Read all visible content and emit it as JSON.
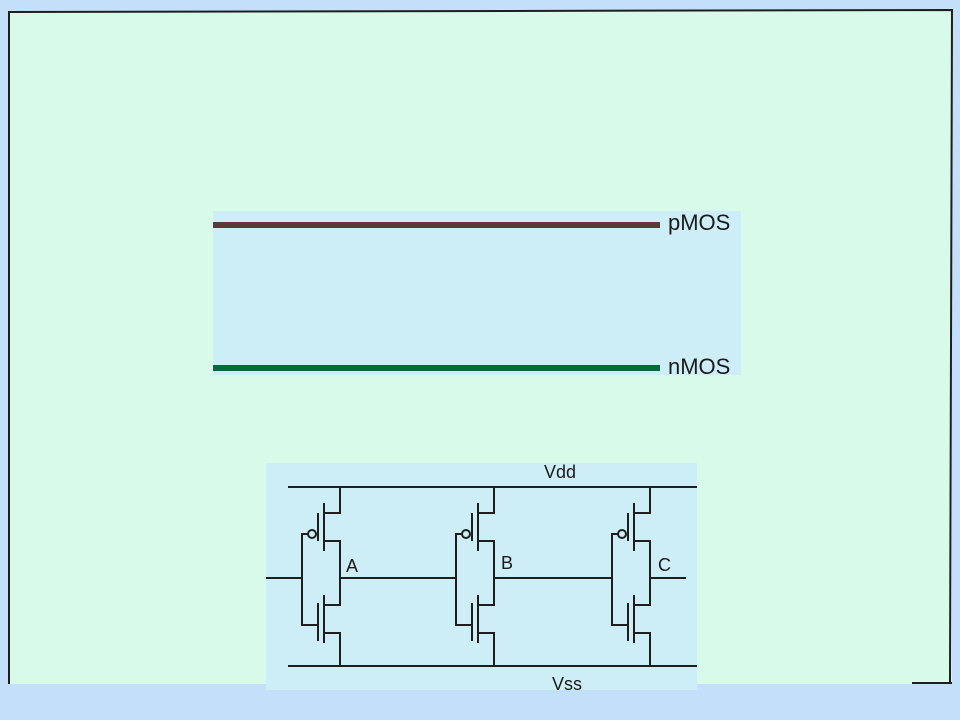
{
  "upper_diagram": {
    "rails": [
      {
        "label": "pMOS",
        "color": "#5a3a34"
      },
      {
        "label": "nMOS",
        "color": "#006c3c"
      }
    ]
  },
  "schematic": {
    "supply_label": "Vdd",
    "ground_label": "Vss",
    "nodes": [
      {
        "label": "A"
      },
      {
        "label": "B"
      },
      {
        "label": "C"
      }
    ]
  },
  "colors": {
    "page_background": "#d8fbe9",
    "frame_outer": "#c3dffa",
    "panel_fill": "#cdeef6",
    "wire": "#1e1e1e"
  }
}
